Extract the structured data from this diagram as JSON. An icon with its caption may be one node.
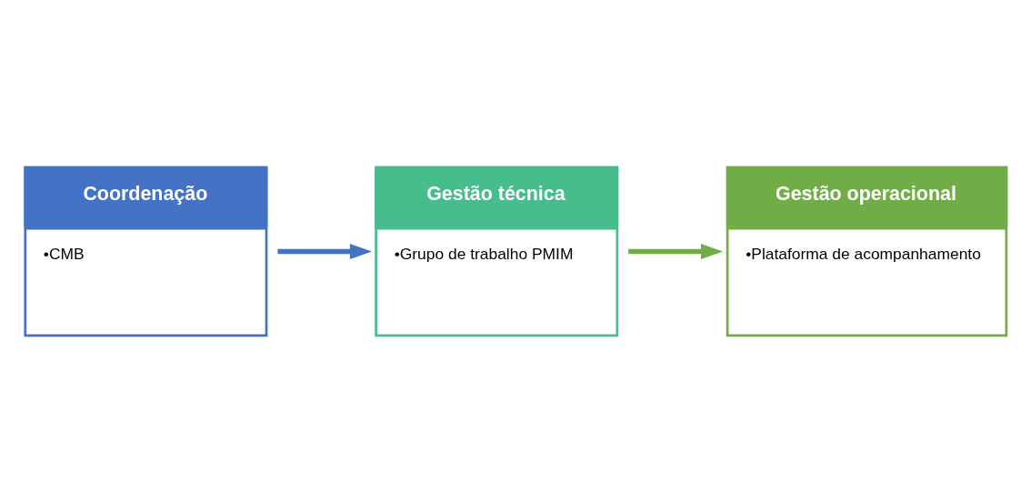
{
  "diagram": {
    "nodes": [
      {
        "text": [
          "Coordenação",
          "•CMB"
        ]
      },
      {
        "text": [
          "Gestão técnica",
          "•Grupo de trabalho PMIM"
        ]
      },
      {
        "text": [
          "Gestão operacional",
          "•Plataforma de acompanhamento"
        ]
      }
    ],
    "edges": [
      {
        "from": 0,
        "to": 1,
        "arrow": "to",
        "color": "#4472c4"
      },
      {
        "from": 1,
        "to": 2,
        "arrow": "to",
        "color": "#70ad47"
      }
    ]
  }
}
